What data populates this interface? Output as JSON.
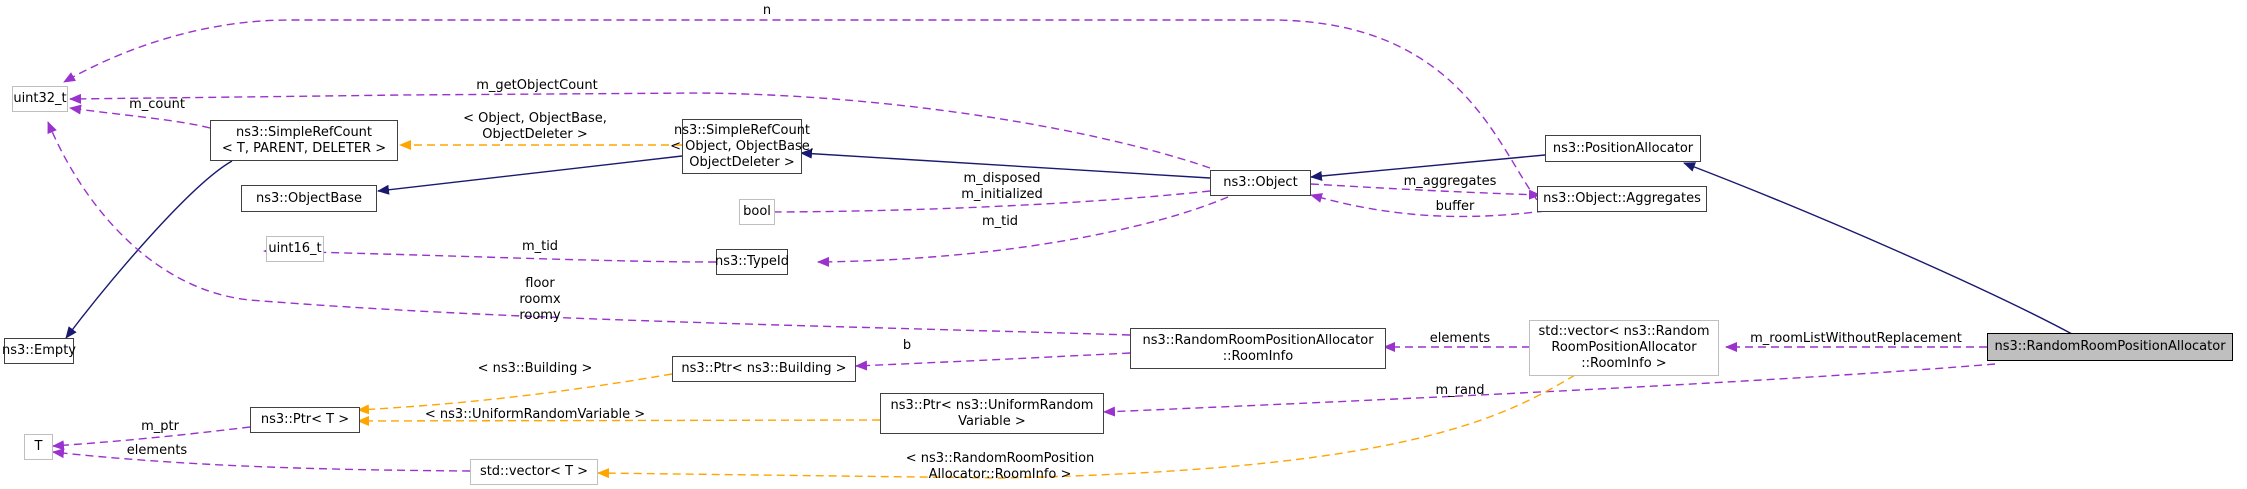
{
  "diagram": {
    "title": "Collaboration diagram for ns3::RandomRoomPositionAllocator",
    "colors": {
      "inheritance": "#191970",
      "usage": "#9a32cd",
      "template": "#ffa500",
      "focus_fill": "#bfbfbf",
      "class_border": "#404040",
      "external_border": "#bfbfbf"
    },
    "nodes": {
      "uint32_t": "uint32_t",
      "simple_ref_count_tpl": "ns3::SimpleRefCount\n< T, PARENT, DELETER >",
      "object_base": "ns3::ObjectBase",
      "simple_ref_count_obj": "ns3::SimpleRefCount\n< Object, ObjectBase,\nObjectDeleter >",
      "empty": "ns3::Empty",
      "bool": "bool",
      "uint16_t": "uint16_t",
      "type_id": "ns3::TypeId",
      "object": "ns3::Object",
      "position_allocator": "ns3::PositionAllocator",
      "object_aggregates": "ns3::Object::Aggregates",
      "room_info": "ns3::RandomRoomPositionAllocator\n::RoomInfo",
      "ptr_building": "ns3::Ptr< ns3::Building >",
      "ptr_tpl": "ns3::Ptr< T >",
      "ptr_uniform": "ns3::Ptr< ns3::UniformRandom\nVariable >",
      "T": "T",
      "vector_tpl": "std::vector< T >",
      "vector_roominfo": "std::vector< ns3::Random\nRoomPositionAllocator\n::RoomInfo >",
      "random_room_position_allocator": "ns3::RandomRoomPositionAllocator"
    },
    "edge_labels": {
      "n": "n",
      "m_getObjectCount": "m_getObjectCount",
      "m_count": "m_count",
      "tpl_object": "< Object, ObjectBase,\nObjectDeleter >",
      "m_disposed_initialized": "m_disposed\nm_initialized",
      "m_tid_object": "m_tid",
      "m_tid_typeid": "m_tid",
      "m_aggregates": "m_aggregates",
      "buffer": "buffer",
      "floor_room": "floor\nroomx\nroomy",
      "b": "b",
      "elements_roominfo": "elements",
      "m_roomListWithoutReplacement": "m_roomListWithoutReplacement",
      "m_rand": "m_rand",
      "tpl_building": "< ns3::Building >",
      "tpl_uniform": "< ns3::UniformRandomVariable >",
      "m_ptr": "m_ptr",
      "elements_T": "elements",
      "tpl_roominfo": "< ns3::RandomRoomPosition\nAllocator::RoomInfo >"
    }
  }
}
